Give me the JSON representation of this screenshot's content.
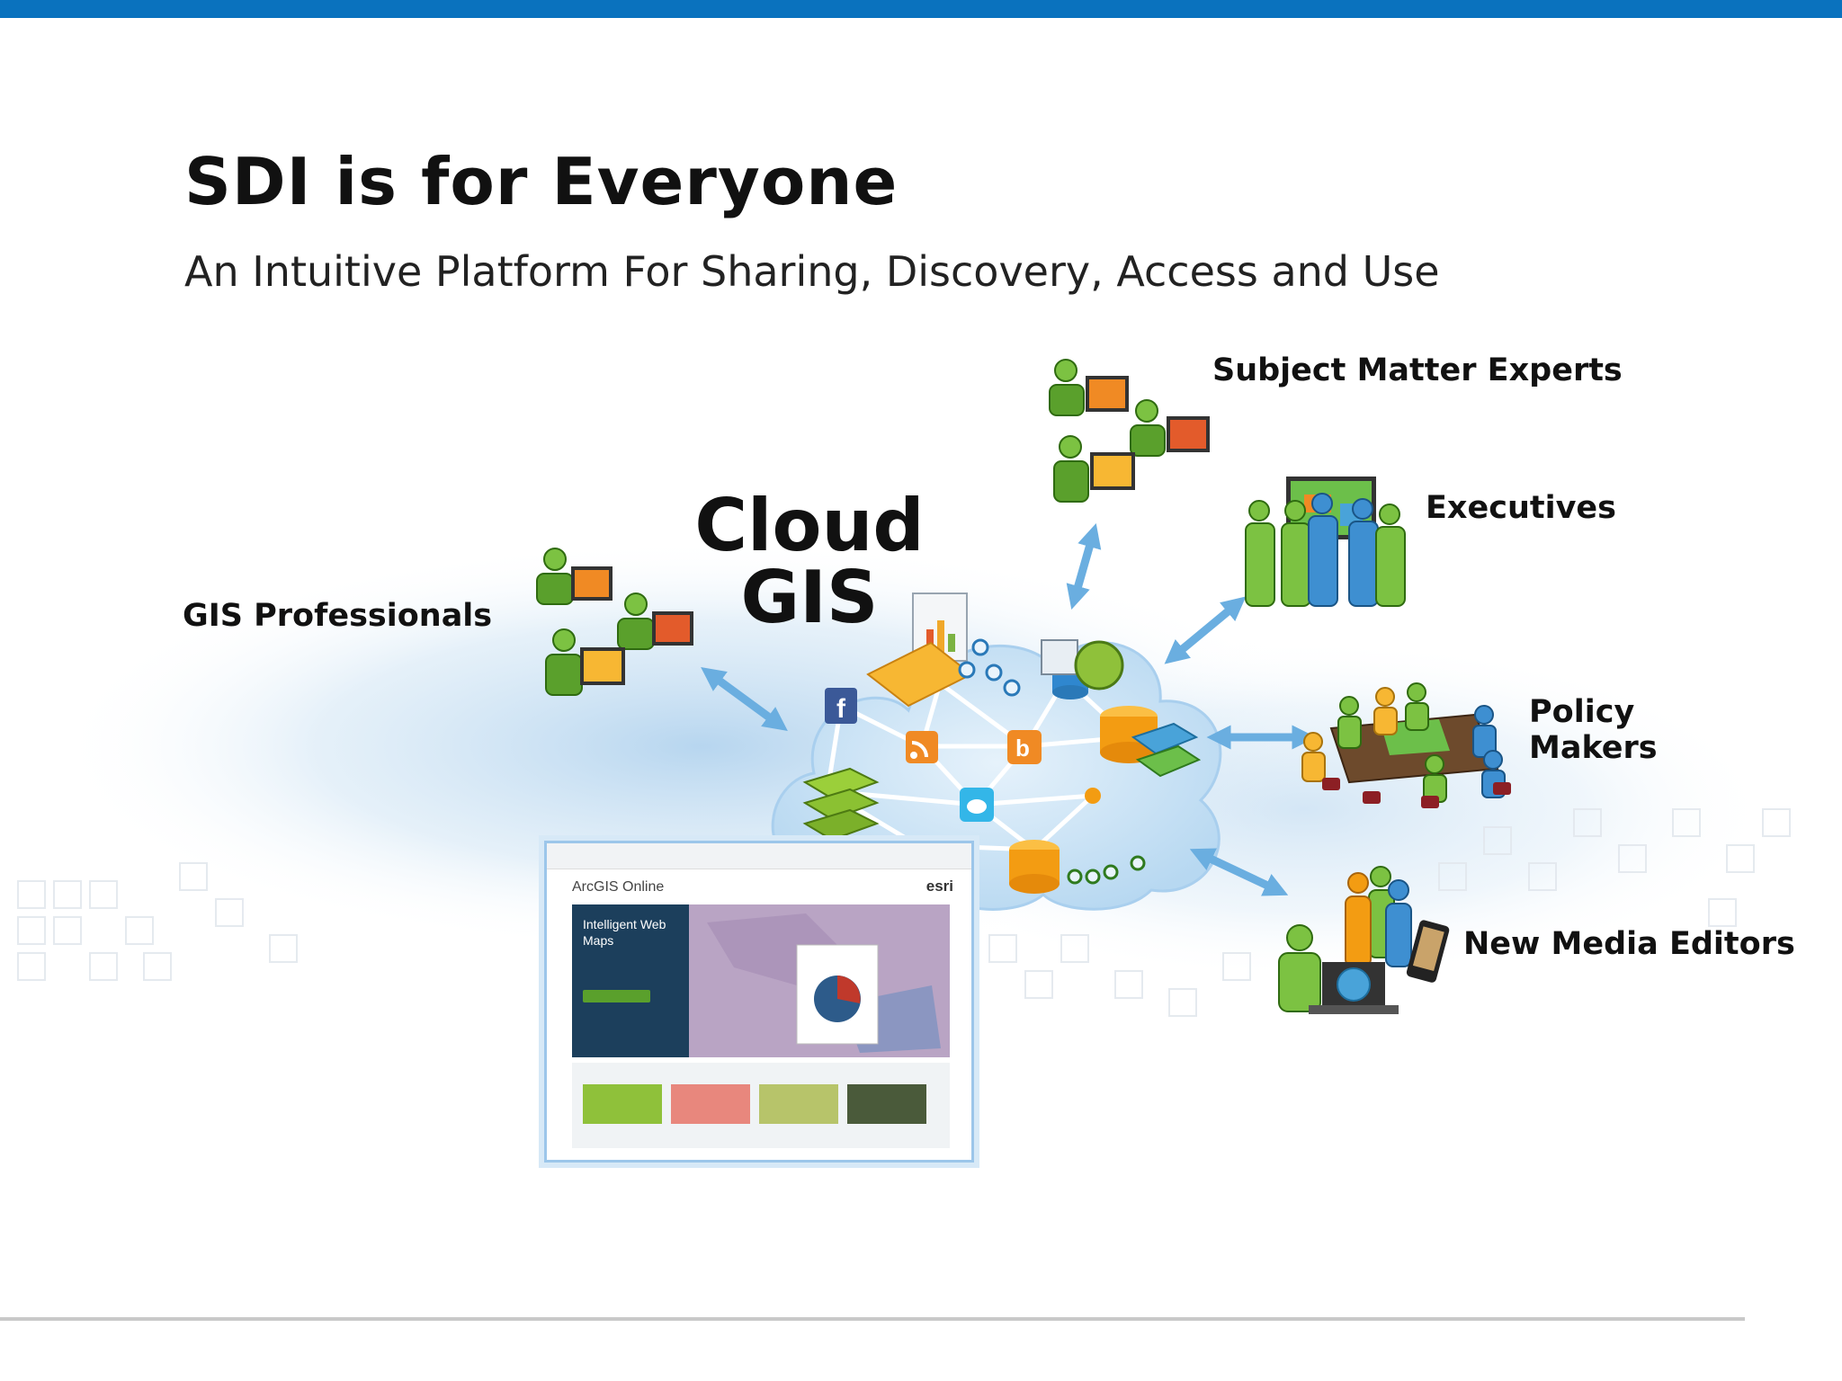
{
  "slide": {
    "title": "SDI is for Everyone",
    "subtitle": "An Intuitive Platform For Sharing, Discovery, Access and Use",
    "accent_color": "#0a72be",
    "rule_color": "#c9c9c9"
  },
  "diagram": {
    "center_label_line1": "Cloud",
    "center_label_line2": "GIS",
    "cloud_color": "#c7e2f6",
    "arrow_color": "#6aaee0",
    "audiences": [
      {
        "label_line1": "GIS Professionals",
        "label_line2": "",
        "icon": "people-at-computers-icon"
      },
      {
        "label_line1": "Subject Matter Experts",
        "label_line2": "",
        "icon": "people-at-computers-icon"
      },
      {
        "label_line1": "Executives",
        "label_line2": "",
        "icon": "presentation-group-icon"
      },
      {
        "label_line1": "Policy",
        "label_line2": "Makers",
        "icon": "meeting-table-icon"
      },
      {
        "label_line1": "New Media Editors",
        "label_line2": "",
        "icon": "people-with-devices-icon"
      }
    ]
  },
  "screenshot": {
    "brand": "ArcGIS Online",
    "logo": "esri",
    "hero_heading": "Intelligent Web Maps"
  }
}
